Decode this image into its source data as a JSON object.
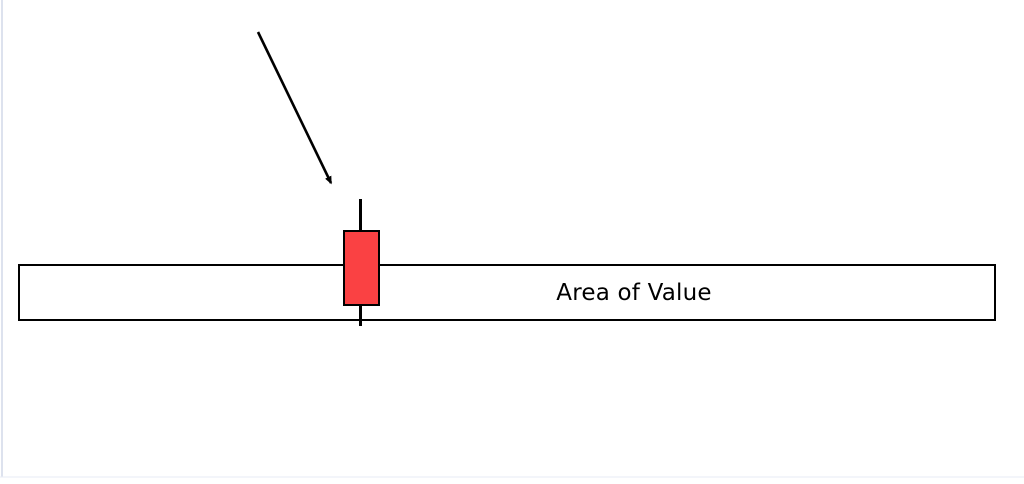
{
  "diagram": {
    "description_label": "Area of Value",
    "area_of_value": {
      "label": "Area of Value"
    },
    "candlestick": {
      "kind": "bearish-candle"
    }
  },
  "colors": {
    "background": "#ffffff",
    "outline": "#000000",
    "arrow": "#000000",
    "label_text": "#000000",
    "candle_body": "#fa4143",
    "band_fill": "#ffffff",
    "page_edge": "#dde2ee",
    "page_edge_bottom": "#e9ecf5"
  }
}
